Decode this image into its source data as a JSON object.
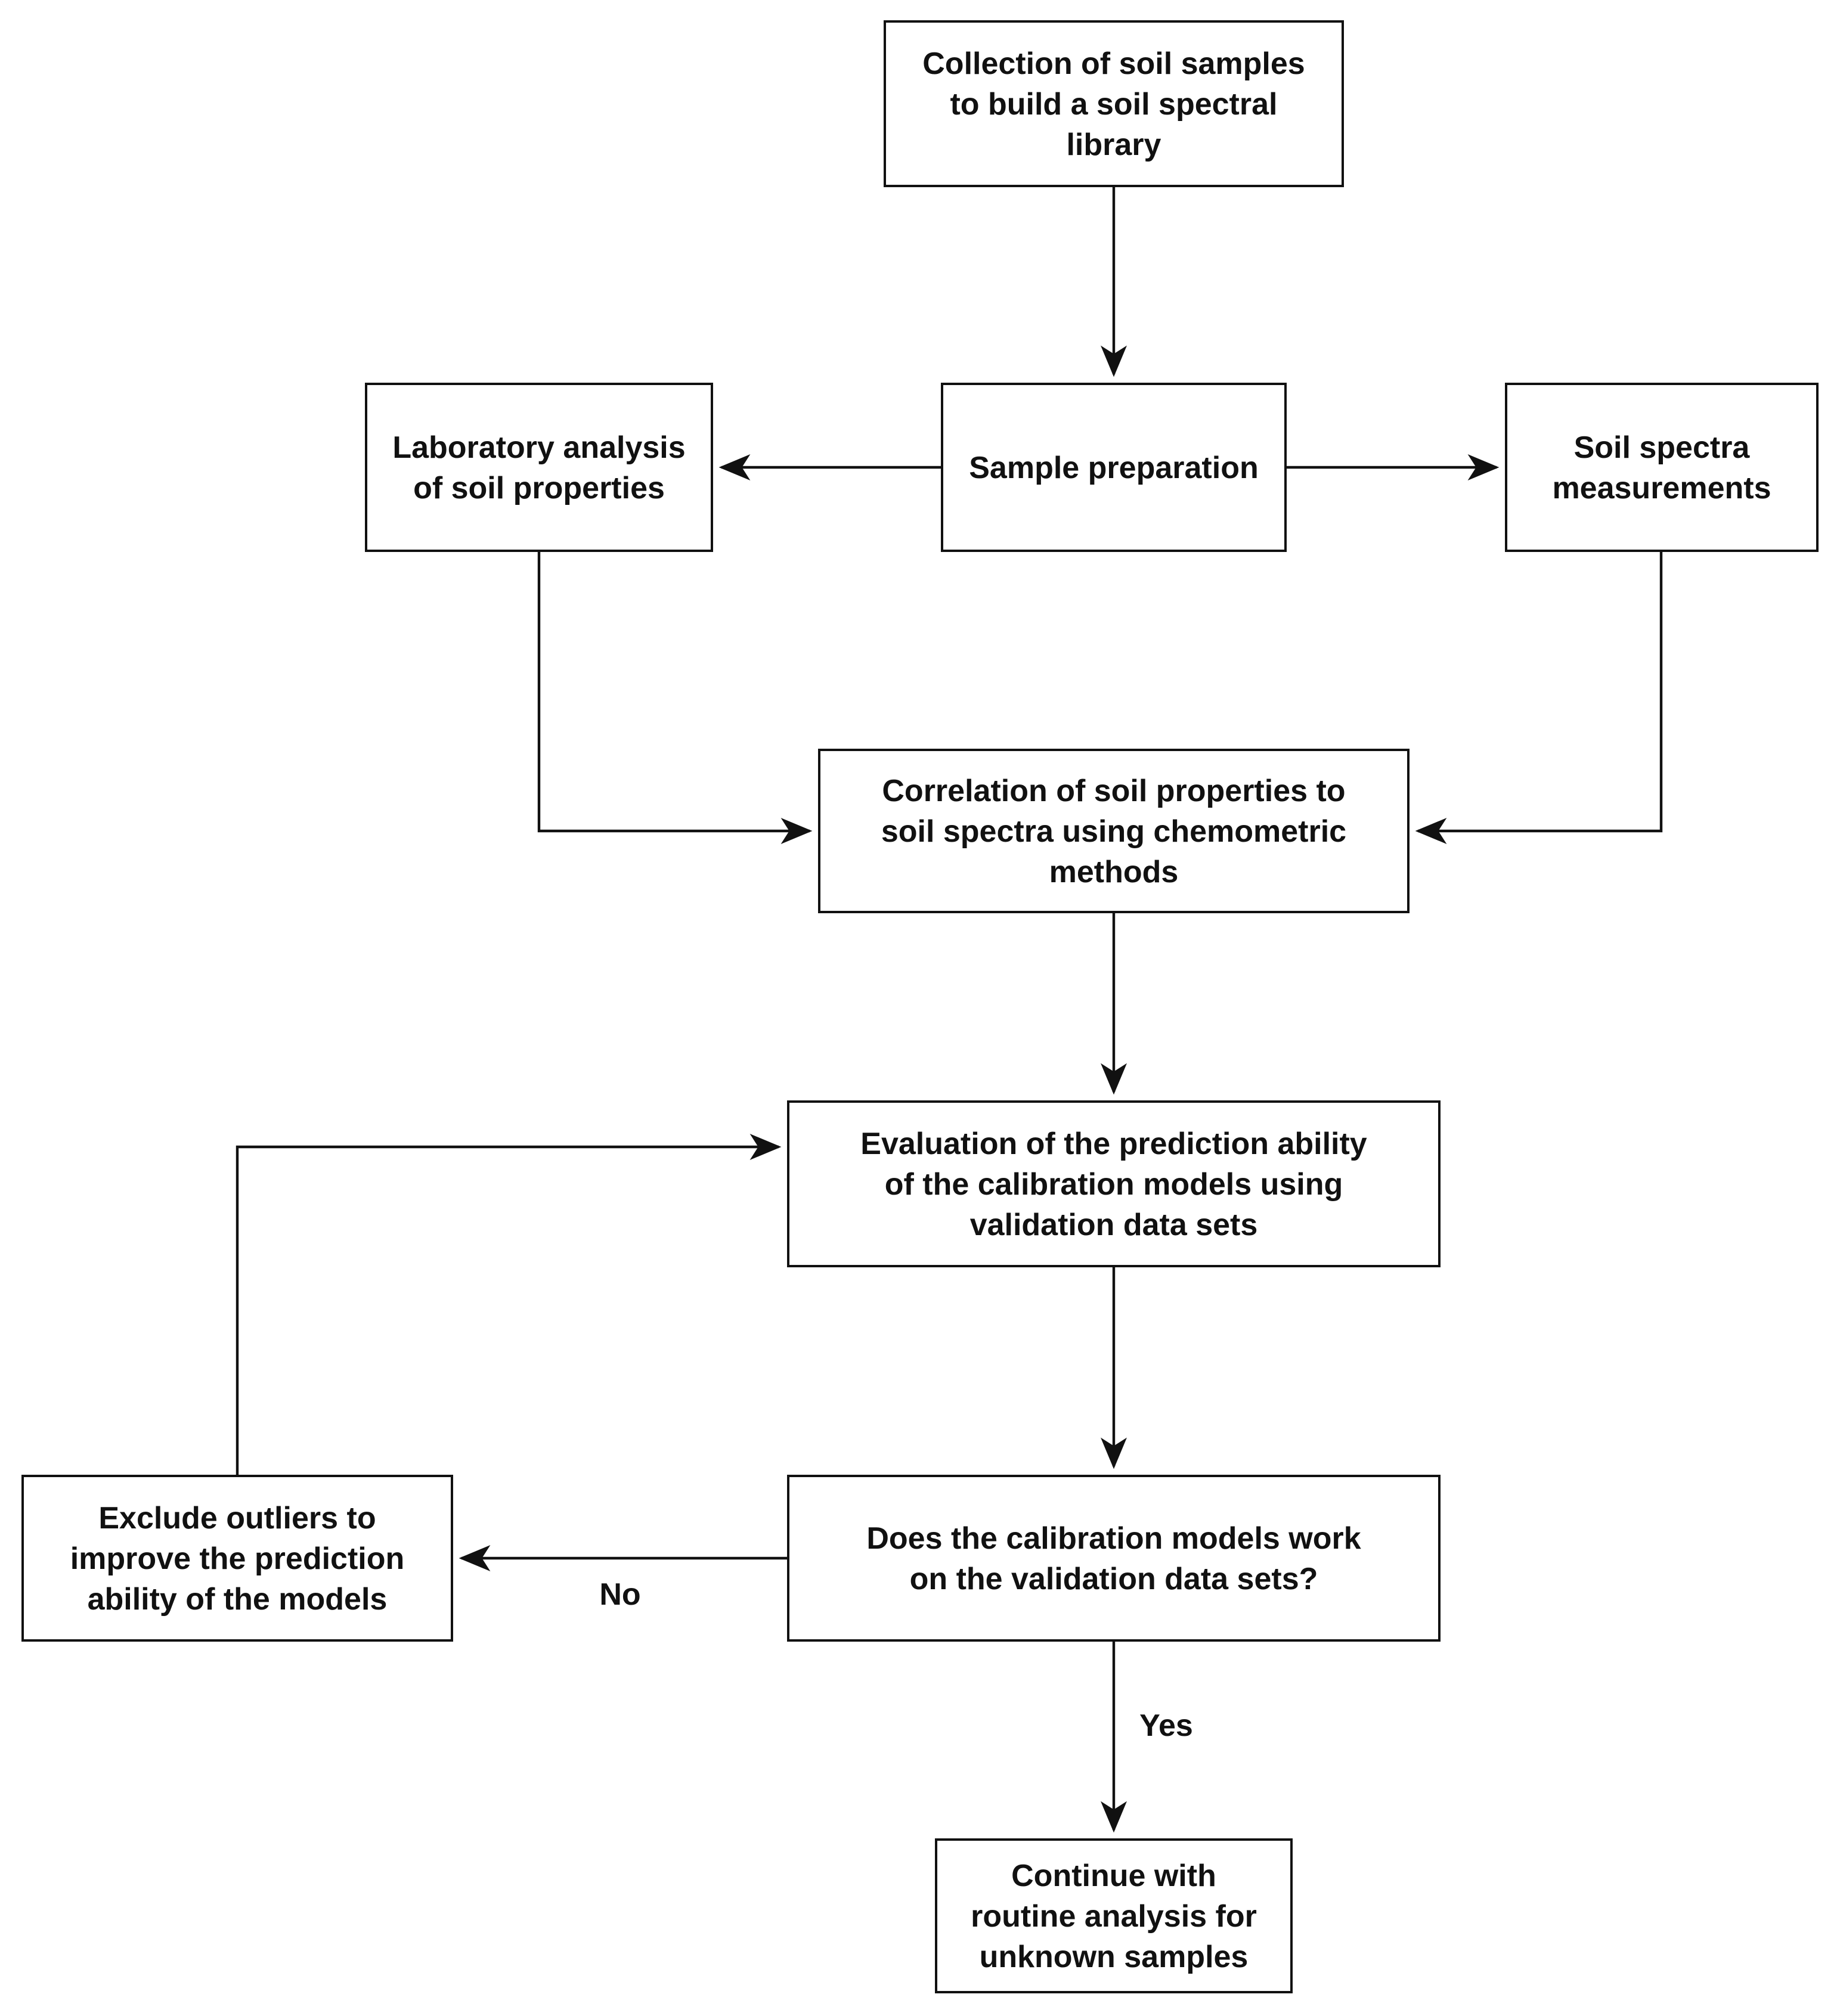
{
  "figure": {
    "type": "flowchart",
    "background": "#ffffff",
    "line_color": "#111111",
    "box_fill": "#ffffff",
    "text_color": "#111111"
  },
  "nodes": {
    "collect": {
      "label": "Collection of soil samples\nto build a soil spectral\nlibrary"
    },
    "lab": {
      "label": "Laboratory analysis\nof soil properties"
    },
    "prep": {
      "label": "Sample preparation"
    },
    "spectra": {
      "label": "Soil spectra\nmeasurements"
    },
    "correlation": {
      "label": "Correlation of soil properties to\nsoil spectra using chemometric\nmethods"
    },
    "evaluation": {
      "label": "Evaluation of the prediction ability\nof the calibration models using\nvalidation data sets"
    },
    "decision": {
      "label": "Does the calibration models work\non the validation data sets?"
    },
    "exclude": {
      "label": "Exclude outliers to\nimprove the prediction\nability of the models"
    },
    "continue": {
      "label": "Continue with\nroutine analysis for\nunknown samples"
    }
  },
  "edge_labels": {
    "no": "No",
    "yes": "Yes"
  }
}
